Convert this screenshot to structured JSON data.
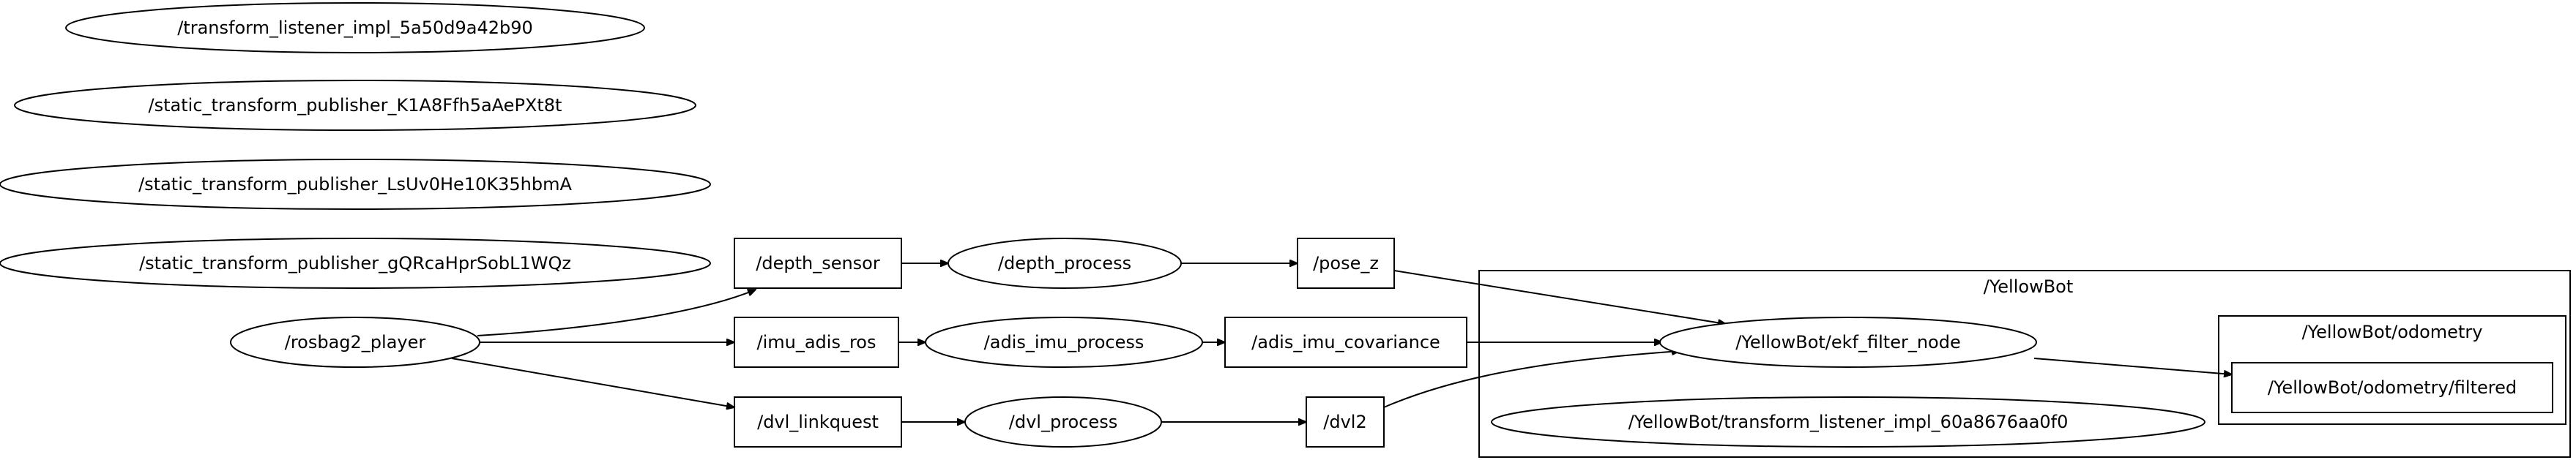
{
  "graph": {
    "clusters": {
      "yellowbot": {
        "label": "/YellowBot"
      },
      "odometry": {
        "label": "/YellowBot/odometry"
      }
    },
    "nodes": {
      "transform_listener_5a": {
        "label": "/transform_listener_impl_5a50d9a42b90",
        "shape": "ellipse"
      },
      "static_tp_k1": {
        "label": "/static_transform_publisher_K1A8Ffh5aAePXt8t",
        "shape": "ellipse"
      },
      "static_tp_ls": {
        "label": "/static_transform_publisher_LsUv0He10K35hbmA",
        "shape": "ellipse"
      },
      "static_tp_gq": {
        "label": "/static_transform_publisher_gQRcaHprSobL1WQz",
        "shape": "ellipse"
      },
      "rosbag2_player": {
        "label": "/rosbag2_player",
        "shape": "ellipse"
      },
      "depth_sensor": {
        "label": "/depth_sensor",
        "shape": "box"
      },
      "imu_adis_ros": {
        "label": "/imu_adis_ros",
        "shape": "box"
      },
      "dvl_linkquest": {
        "label": "/dvl_linkquest",
        "shape": "box"
      },
      "depth_process": {
        "label": "/depth_process",
        "shape": "ellipse"
      },
      "adis_imu_process": {
        "label": "/adis_imu_process",
        "shape": "ellipse"
      },
      "dvl_process": {
        "label": "/dvl_process",
        "shape": "ellipse"
      },
      "pose_z": {
        "label": "/pose_z",
        "shape": "box"
      },
      "adis_imu_covariance": {
        "label": "/adis_imu_covariance",
        "shape": "box"
      },
      "dvl2": {
        "label": "/dvl2",
        "shape": "box"
      },
      "ekf_filter_node": {
        "label": "/YellowBot/ekf_filter_node",
        "shape": "ellipse"
      },
      "transform_listener_60": {
        "label": "/YellowBot/transform_listener_impl_60a8676aa0f0",
        "shape": "ellipse"
      },
      "odometry_filtered": {
        "label": "/YellowBot/odometry/filtered",
        "shape": "box"
      }
    },
    "edges": [
      {
        "from": "rosbag2_player",
        "to": "depth_sensor"
      },
      {
        "from": "rosbag2_player",
        "to": "imu_adis_ros"
      },
      {
        "from": "rosbag2_player",
        "to": "dvl_linkquest"
      },
      {
        "from": "depth_sensor",
        "to": "depth_process"
      },
      {
        "from": "imu_adis_ros",
        "to": "adis_imu_process"
      },
      {
        "from": "dvl_linkquest",
        "to": "dvl_process"
      },
      {
        "from": "depth_process",
        "to": "pose_z"
      },
      {
        "from": "adis_imu_process",
        "to": "adis_imu_covariance"
      },
      {
        "from": "dvl_process",
        "to": "dvl2"
      },
      {
        "from": "pose_z",
        "to": "ekf_filter_node"
      },
      {
        "from": "adis_imu_covariance",
        "to": "ekf_filter_node"
      },
      {
        "from": "dvl2",
        "to": "ekf_filter_node"
      },
      {
        "from": "ekf_filter_node",
        "to": "odometry_filtered"
      }
    ]
  }
}
